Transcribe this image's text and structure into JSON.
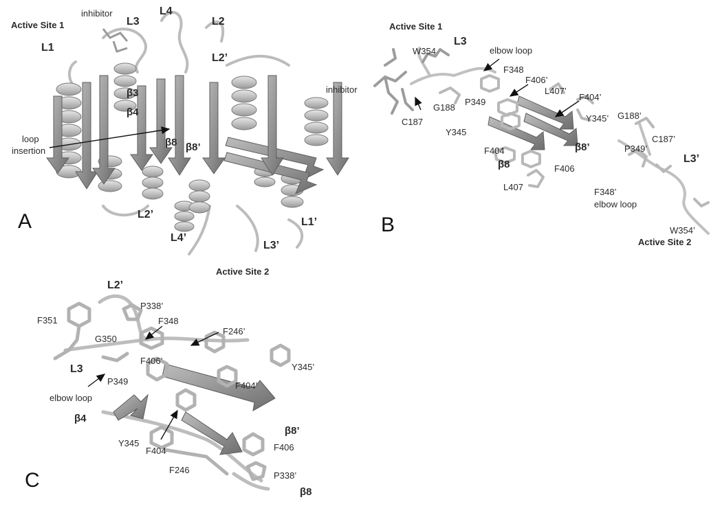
{
  "panels": {
    "A": "A",
    "B": "B",
    "C": "C"
  },
  "panel_a": {
    "active_site_1": "Active Site 1",
    "active_site_2": "Active Site 2",
    "inhibitor": "inhibitor",
    "loop_insertion_line1": "loop",
    "loop_insertion_line2": "insertion",
    "L1": "L1",
    "L2": "L2",
    "L3": "L3",
    "L4": "L4",
    "L2p_top": "L2’",
    "L2p_bottom": "L2’",
    "L1p": "L1’",
    "L3p": "L3’",
    "L4p": "L4’",
    "beta3": "β3",
    "beta4": "β4",
    "beta8": "β8",
    "beta8p": "β8’"
  },
  "panel_b": {
    "active_site_1": "Active Site 1",
    "active_site_2": "Active Site 2",
    "L3": "L3",
    "L3p": "L3’",
    "elbow_loop": "elbow loop",
    "elbow_loop_p": "elbow loop",
    "inhibitor": "inhibitor",
    "W354": "W354",
    "F348": "F348",
    "F406p": "F406’",
    "L407p": "L407’",
    "F404p": "F404’",
    "P349": "P349",
    "G188": "G188",
    "C187": "C187",
    "Y345p": "Y345’",
    "G188p": "G188’",
    "C187p": "C187’",
    "Y345": "Y345",
    "F404": "F404",
    "beta8": "β8",
    "beta8p": "β8’",
    "P349p": "P349’",
    "F406": "F406",
    "L407": "L407",
    "F348p": "F348’",
    "W354p": "W354’"
  },
  "panel_c": {
    "L2p": "L2’",
    "P338p_top": "P338’",
    "F351": "F351",
    "F348": "F348",
    "G350": "G350",
    "F246p": "F246’",
    "F406p": "F406’",
    "Y345p": "Y345’",
    "L3": "L3",
    "P349": "P349",
    "F404p": "F404’",
    "elbow_loop": "elbow loop",
    "beta4": "β4",
    "beta8p": "β8’",
    "Y345": "Y345",
    "F404": "F404",
    "F406": "F406",
    "F246": "F246",
    "P338p_bottom": "P338’",
    "beta8": "β8"
  },
  "colors": {
    "ribbon": "#c8c8c8",
    "ribbon_dark": "#8c8c8c",
    "stick": "#b4b4b4",
    "text": "#2a2a2a"
  }
}
